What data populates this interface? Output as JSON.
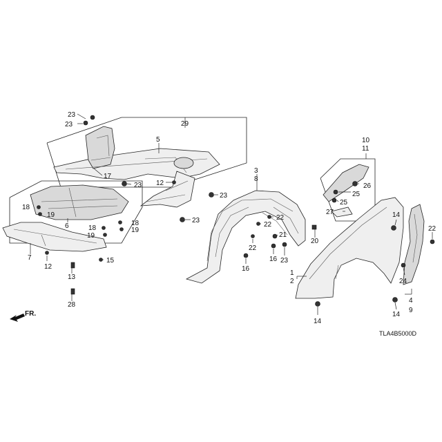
{
  "diagram_code": "TLA4B5000D",
  "direction_label": "FR.",
  "callouts": [
    "1",
    "2",
    "3",
    "4",
    "5",
    "6",
    "7",
    "8",
    "9",
    "10",
    "11",
    "12",
    "13",
    "14",
    "15",
    "16",
    "17",
    "18",
    "19",
    "20",
    "21",
    "22",
    "23",
    "24",
    "25",
    "26",
    "27",
    "28",
    "29"
  ],
  "labels": {
    "c1": "1",
    "c2": "2",
    "c3": "3",
    "c4": "4",
    "c5": "5",
    "c6": "6",
    "c7": "7",
    "c8": "8",
    "c9": "9",
    "c10": "10",
    "c11": "11",
    "c12a": "12",
    "c12b": "12",
    "c13": "13",
    "c14a": "14",
    "c14b": "14",
    "c14c": "14",
    "c15": "15",
    "c16a": "16",
    "c16b": "16",
    "c17": "17",
    "c18a": "18",
    "c18b": "18",
    "c18c": "18",
    "c19a": "19",
    "c19b": "19",
    "c19c": "19",
    "c20": "20",
    "c21": "21",
    "c22a": "22",
    "c22b": "22",
    "c22c": "22",
    "c23a": "23",
    "c23b": "23",
    "c23c": "23",
    "c23d": "23",
    "c23e": "23",
    "c23f": "23",
    "c24": "24",
    "c25a": "25",
    "c25b": "25",
    "c26": "26",
    "c27": "27",
    "c28": "28",
    "c29": "29"
  }
}
